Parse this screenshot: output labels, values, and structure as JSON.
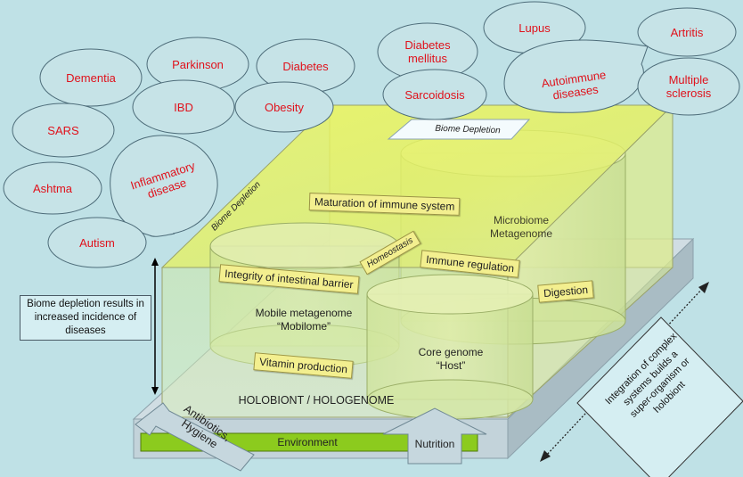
{
  "diseases": {
    "dementia": "Dementia",
    "parkinson": "Parkinson",
    "diabetes": "Diabetes",
    "diabetes_mellitus": "Diabetes mellitus",
    "lupus": "Lupus",
    "artritis": "Artritis",
    "sars": "SARS",
    "ibd": "IBD",
    "obesity": "Obesity",
    "sarcoidosis": "Sarcoidosis",
    "autoimmune": "Autoimmune diseases",
    "multiple_sclerosis": "Multiple sclerosis",
    "inflammatory": "Inflammatory disease",
    "ashtma": "Ashtma",
    "autism": "Autism"
  },
  "labels": {
    "biome_depletion_top": "Biome Depletion",
    "biome_depletion_side": "Biome Depletion",
    "microbiome": "Microbiome Metagenome",
    "mobilome": "Mobile metagenome “Mobilome”",
    "core_genome": "Core genome “Host”",
    "holobiont": "HOLOBIONT / HOLOGENOME",
    "environment": "Environment",
    "nutrition": "Nutrition",
    "antibiotics": "Antibiotics, Hygiene"
  },
  "tags": {
    "maturation": "Maturation of immune system",
    "homeostasis": "Homeostasis",
    "immune_regulation": "Immune regulation",
    "integrity": "Integrity of intestinal barrier",
    "digestion": "Digestion",
    "vitamin": "Vitamin production"
  },
  "notes": {
    "left": "Biome depletion results in increased incidence of diseases",
    "right": "Integration of complex systems builds a super-organism or holobiont"
  }
}
